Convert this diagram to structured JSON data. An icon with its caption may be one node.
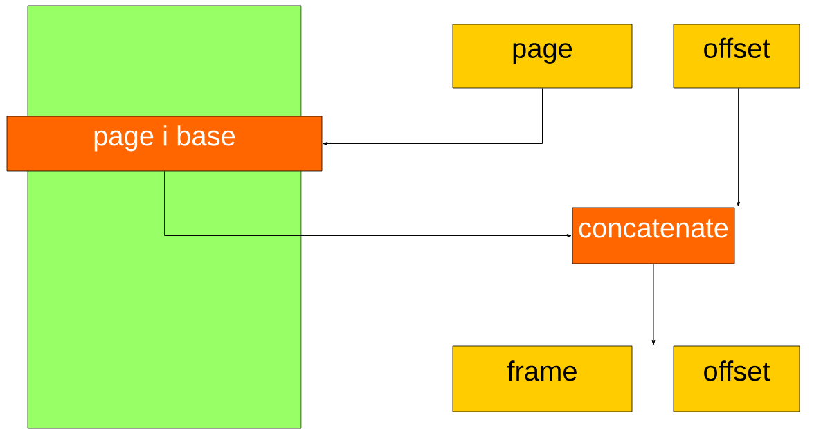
{
  "diagram": {
    "nodes": [
      {
        "text": [],
        "shape": "box"
      },
      {
        "text": [
          "page i base"
        ],
        "in": 0
      },
      {
        "text": [
          "page"
        ]
      },
      {
        "text": [
          "offset"
        ]
      },
      {
        "text": [
          "concatenate"
        ]
      },
      {
        "text": [
          "frame"
        ]
      },
      {
        "text": [
          "offset"
        ]
      }
    ],
    "edges": [
      {
        "from": 2,
        "to": 1,
        "arrow": "to"
      },
      {
        "from": 3,
        "to": 4,
        "arrow": "to"
      },
      {
        "from": 1,
        "to": 4,
        "arrow": "to"
      },
      {
        "from": 4,
        "to": 5,
        "arrow": "to"
      }
    ]
  }
}
